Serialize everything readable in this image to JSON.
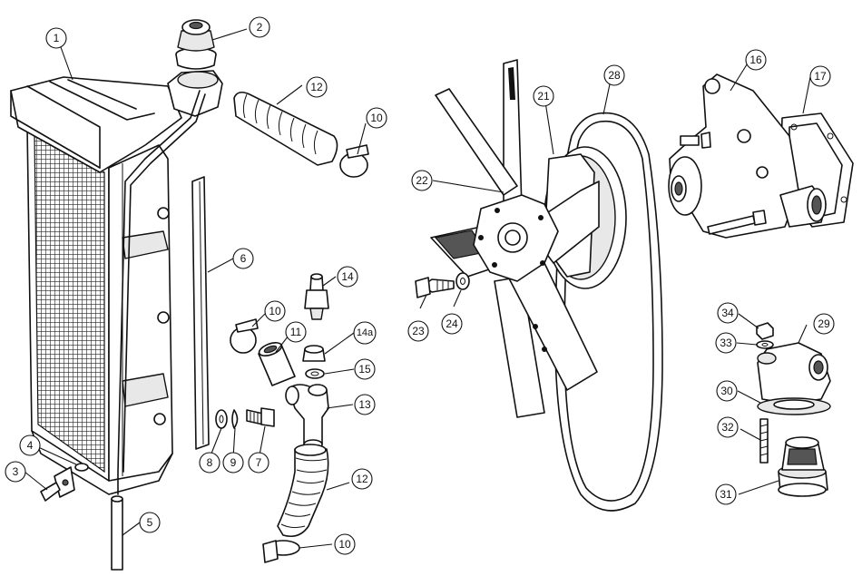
{
  "callouts": {
    "c1": "1",
    "c2": "2",
    "c3": "3",
    "c4": "4",
    "c5": "5",
    "c6": "6",
    "c7": "7",
    "c8": "8",
    "c9": "9",
    "c10a": "10",
    "c10b": "10",
    "c10c": "10",
    "c11": "11",
    "c12a": "12",
    "c12b": "12",
    "c13": "13",
    "c14": "14",
    "c14a": "14a",
    "c15": "15",
    "c16": "16",
    "c17": "17",
    "c21": "21",
    "c22": "22",
    "c23": "23",
    "c24": "24",
    "c28": "28",
    "c29": "29",
    "c30": "30",
    "c31": "31",
    "c32": "32",
    "c33": "33",
    "c34": "34"
  }
}
